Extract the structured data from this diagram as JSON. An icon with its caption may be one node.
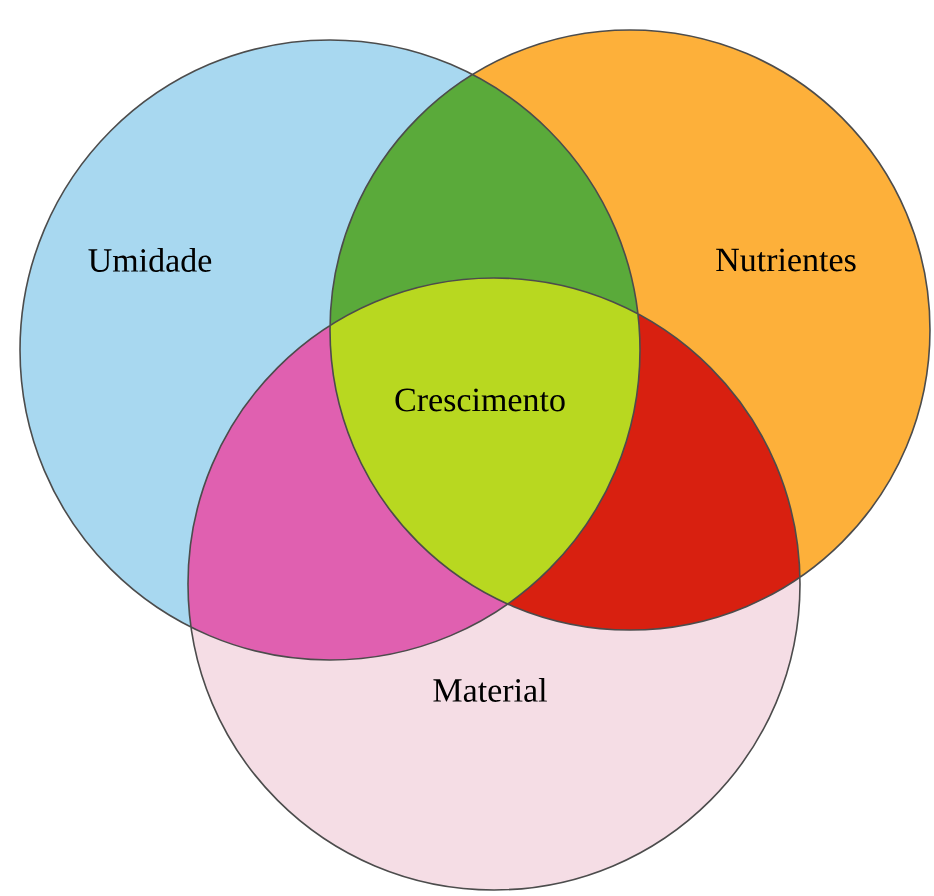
{
  "diagram": {
    "nodes": [
      {
        "text": [
          "Umidade"
        ]
      },
      {
        "text": [
          "Nutrientes"
        ]
      },
      {
        "text": [
          "Material"
        ]
      }
    ],
    "labels": [
      "Crescimento"
    ]
  }
}
